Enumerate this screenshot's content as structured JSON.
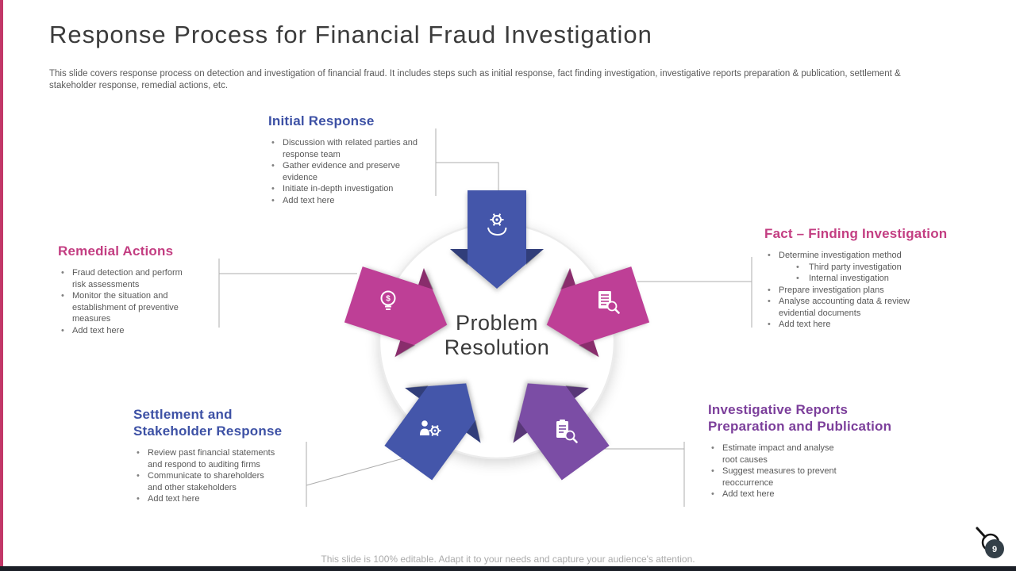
{
  "colors": {
    "blue": "#3D51A5",
    "pink": "#C33E82",
    "purple": "#7C3F9B",
    "arrow_blue": "#4456AA",
    "arrow_pink": "#BE3F96",
    "arrow_purple": "#7B4DA5",
    "accent_strip": "#C23768",
    "bottom_bar": "#1B1F27",
    "line_gray": "#ADADAD",
    "badge": "#333F48",
    "text_dark": "#3B3B3B",
    "text_body": "#595959"
  },
  "slide": {
    "title": "Response Process for Financial Fraud Investigation",
    "description": "This slide covers response process on detection and investigation of financial fraud. It includes steps such as initial response, fact finding investigation, investigative reports preparation & publication, settlement & stakeholder response, remedial actions, etc.",
    "footer": "This slide is 100% editable. Adapt it to your needs and capture your audience's attention.",
    "page_number": "9"
  },
  "diagram": {
    "center_line1": "Problem",
    "center_line2": "Resolution"
  },
  "sections": {
    "initial_response": {
      "heading": "Initial Response",
      "bullets": [
        {
          "text": "Discussion with related parties and response team"
        },
        {
          "text": "Gather evidence and preserve evidence"
        },
        {
          "text": "Initiate in-depth investigation"
        },
        {
          "text": "Add text here"
        }
      ]
    },
    "fact_finding": {
      "heading": "Fact – Finding Investigation",
      "bullets": [
        {
          "text": "Determine investigation method"
        },
        {
          "text": "Third party investigation",
          "sub": true
        },
        {
          "text": "Internal investigation",
          "sub": true
        },
        {
          "text": "Prepare investigation plans"
        },
        {
          "text": "Analyse accounting data & review evidential documents"
        },
        {
          "text": "Add text here"
        }
      ]
    },
    "investigative_reports": {
      "heading": "Investigative Reports Preparation and Publication",
      "bullets": [
        {
          "text": "Estimate impact and analyse root causes"
        },
        {
          "text": "Suggest measures to prevent reoccurrence"
        },
        {
          "text": "Add text here"
        }
      ]
    },
    "settlement": {
      "heading": "Settlement and Stakeholder Response",
      "bullets": [
        {
          "text": "Review past financial statements and respond to auditing firms"
        },
        {
          "text": "Communicate to shareholders and other stakeholders"
        },
        {
          "text": "Add text here"
        }
      ]
    },
    "remedial_actions": {
      "heading": "Remedial Actions",
      "bullets": [
        {
          "text": "Fraud detection and perform risk assessments"
        },
        {
          "text": "Monitor the situation and establishment of preventive measures"
        },
        {
          "text": "Add text here"
        }
      ]
    }
  }
}
